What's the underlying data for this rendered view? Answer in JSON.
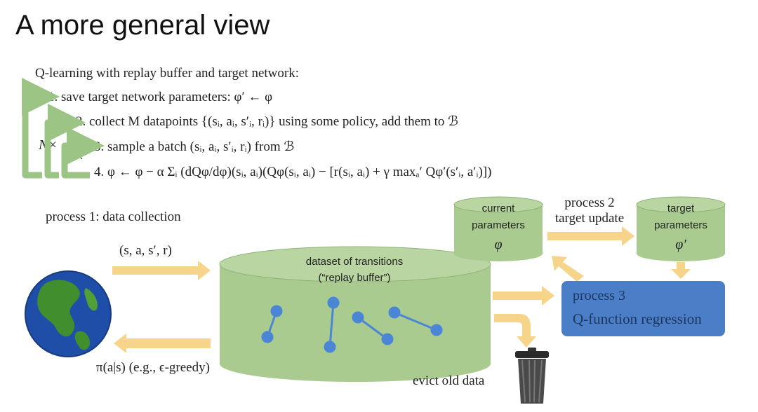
{
  "title": "A more general view",
  "intro": "Q-learning with replay buffer and target network:",
  "steps": {
    "s1": "1. save target network parameters: φ′ ← φ",
    "s2": "2. collect M datapoints {(sᵢ, aᵢ, s′ᵢ, rᵢ)} using some policy, add them to ℬ",
    "s3": "3. sample a batch (sᵢ, aᵢ, s′ᵢ, rᵢ) from ℬ",
    "s4": "4. φ ← φ − α Σᵢ (dQφ/dφ)(sᵢ, aᵢ)(Qφ(sᵢ, aᵢ) − [r(sᵢ, aᵢ) + γ maxₐ′ Qφ′(s′ᵢ, a′ᵢ)])"
  },
  "loops": {
    "outer": "N×",
    "inner": "K×"
  },
  "process1": "process 1: data collection",
  "transition_label": "(s, a, s′, r)",
  "policy_label": "π(a|s) (e.g., ϵ-greedy)",
  "dataset": {
    "line1": "dataset of transitions",
    "line2": "(“replay buffer”)"
  },
  "current": {
    "line1": "current",
    "line2": "parameters",
    "symbol": "φ"
  },
  "target": {
    "line1": "target",
    "line2": "parameters",
    "symbol": "φ′"
  },
  "process2": {
    "line1": "process 2",
    "line2": "target update"
  },
  "process3": {
    "line1": "process 3",
    "line2": "Q-function regression"
  },
  "evict": "evict old data",
  "colors": {
    "green": "#a9cb8f",
    "green_dark": "#86ad6b",
    "loop_green": "#9cc585",
    "arrow": "#f6d48a",
    "blue": "#4a7fc7",
    "dot": "#4b86d6"
  },
  "icons": [
    "earth-globe-icon",
    "trash-can-icon"
  ]
}
